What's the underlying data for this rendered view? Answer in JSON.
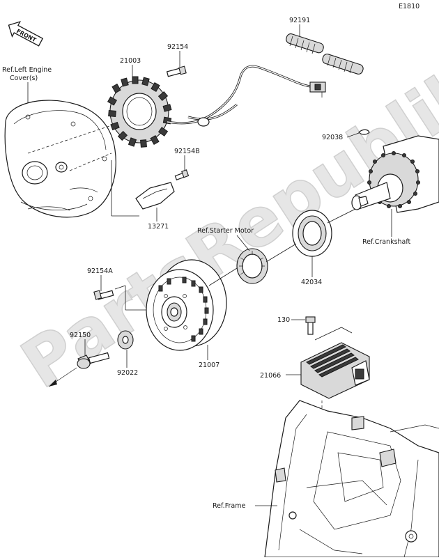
{
  "diagram": {
    "code": "E1810",
    "watermark": "PartsRepublik",
    "front_label": "FRONT",
    "parts": {
      "p92191": "92191",
      "p21003": "21003",
      "p92154": "92154",
      "p92038": "92038",
      "p92154B": "92154B",
      "p13271": "13271",
      "p92154A": "92154A",
      "p42034": "42034",
      "p92150": "92150",
      "p92022": "92022",
      "p21007": "21007",
      "p130": "130",
      "p21066": "21066"
    },
    "refs": {
      "left_cover_line1": "Ref.Left Engine",
      "left_cover_line2": "Cover(s)",
      "starter_motor": "Ref.Starter Motor",
      "crankshaft": "Ref.Crankshaft",
      "frame": "Ref.Frame"
    }
  }
}
